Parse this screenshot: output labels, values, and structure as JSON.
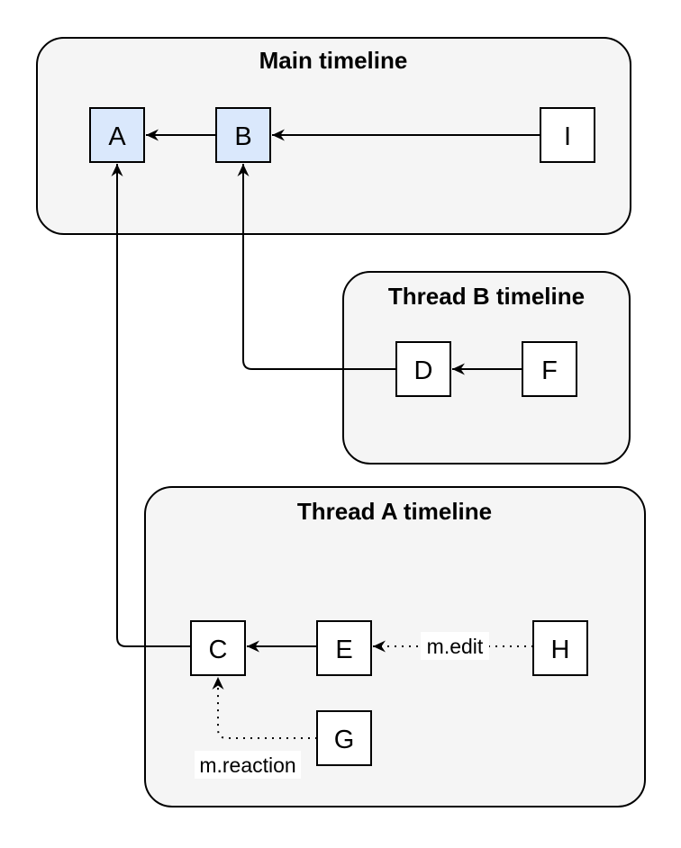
{
  "diagram": {
    "containers": [
      {
        "title": "Main timeline"
      },
      {
        "title": "Thread B timeline"
      },
      {
        "title": "Thread A timeline"
      }
    ],
    "nodes": {
      "a": "A",
      "b": "B",
      "i": "I",
      "d": "D",
      "f": "F",
      "c": "C",
      "e": "E",
      "h": "H",
      "g": "G"
    },
    "edge_labels": {
      "edit": "m.edit",
      "reaction": "m.reaction"
    },
    "colors": {
      "container_fill": "#f5f5f5",
      "container_stroke": "#000000",
      "node_fill": "#ffffff",
      "node_highlight_fill": "#dae8fc",
      "node_stroke": "#000000",
      "edge_stroke": "#000000",
      "edge_label_background": "#ffffff",
      "text": "#000000"
    }
  }
}
